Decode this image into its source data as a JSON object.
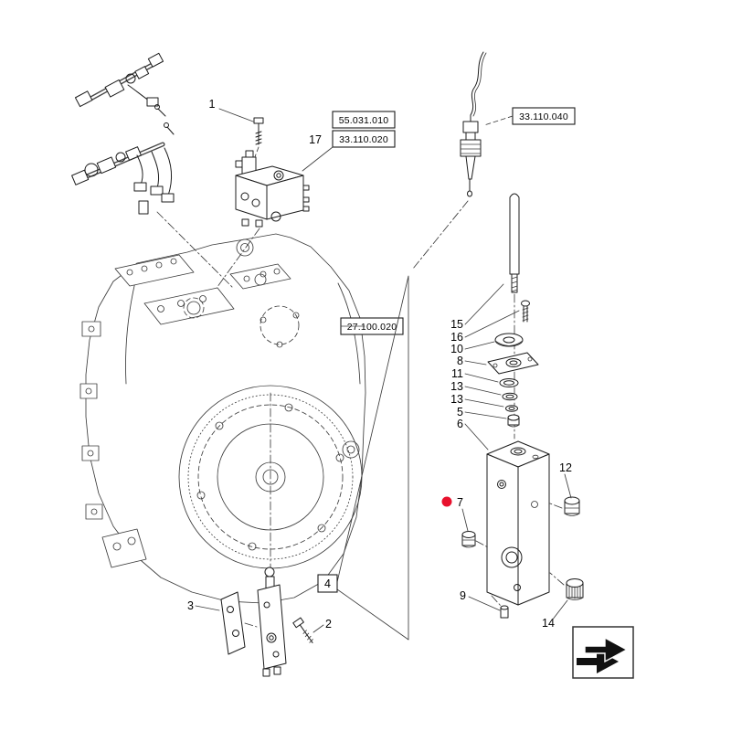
{
  "ref_boxes": {
    "a": {
      "label": "55.031.010"
    },
    "b": {
      "label": "33.110.020"
    },
    "c": {
      "label": "33.110.040"
    },
    "d": {
      "label": "27.100.020"
    }
  },
  "callouts": {
    "n1": "1",
    "n2": "2",
    "n3": "3",
    "n4": "4",
    "n5": "5",
    "n6": "6",
    "n7": "7",
    "n8": "8",
    "n9": "9",
    "n10": "10",
    "n11": "11",
    "n12": "12",
    "n13a": "13",
    "n13b": "13",
    "n14": "14",
    "n15": "15",
    "n16": "16",
    "n17": "17"
  },
  "highlight": {
    "color": "#e8112d",
    "highlighted_callout": "7"
  },
  "icons": {
    "next_page": "next-page-arrow"
  }
}
